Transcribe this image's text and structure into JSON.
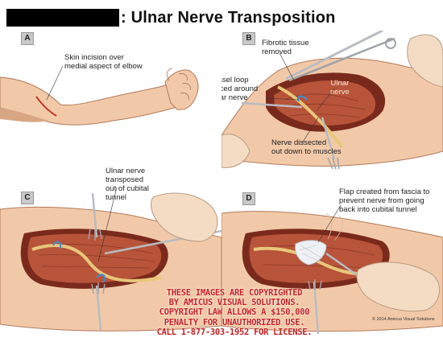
{
  "title": ": Ulnar Nerve Transposition",
  "panels": {
    "a": {
      "letter": "A",
      "label_incision_1": "Skin incision over",
      "label_incision_2": "medial aspect of elbow"
    },
    "b": {
      "letter": "B",
      "label_fibrotic_1": "Fibrotic tissue",
      "label_fibrotic_2": "removed",
      "label_vessel_1": "Vessel loop",
      "label_vessel_2": "placed around",
      "label_vessel_3": "ulnar nerve",
      "label_ulnar_1": "Ulnar",
      "label_ulnar_2": "nerve",
      "label_dissected_1": "Nerve dissected",
      "label_dissected_2": "out down to muscles"
    },
    "c": {
      "letter": "C",
      "label_transposed_1": "Ulnar nerve",
      "label_transposed_2": "transposed",
      "label_transposed_3": "out of cubital",
      "label_transposed_4": "tunnel"
    },
    "d": {
      "letter": "D",
      "label_flap_1": "Flap created from fascia to",
      "label_flap_2": "prevent nerve from going",
      "label_flap_3": "back into cubital tunnel",
      "signature": "© 2014 Amicus Visual Solutions"
    }
  },
  "copyright_notice": {
    "line1": "THESE IMAGES ARE COPYRIGHTED",
    "line2": "BY AMICUS VISUAL SOLUTIONS.",
    "line3": "COPYRIGHT LAW ALLOWS A $150,000",
    "line4": "PENALTY FOR UNAUTHORIZED USE.",
    "line5": "CALL 1-877-303-1952 FOR LICENSE."
  },
  "colors": {
    "skin": "#f2c9a8",
    "skin_shadow": "#d9a684",
    "muscle": "#b8543a",
    "muscle_dark": "#7a2a1c",
    "nerve": "#e8c77a",
    "incision": "#c0392b",
    "instrument": "#b8bcc2",
    "vessel_loop": "#3a8fd6",
    "copyright_red": "#c42020"
  }
}
